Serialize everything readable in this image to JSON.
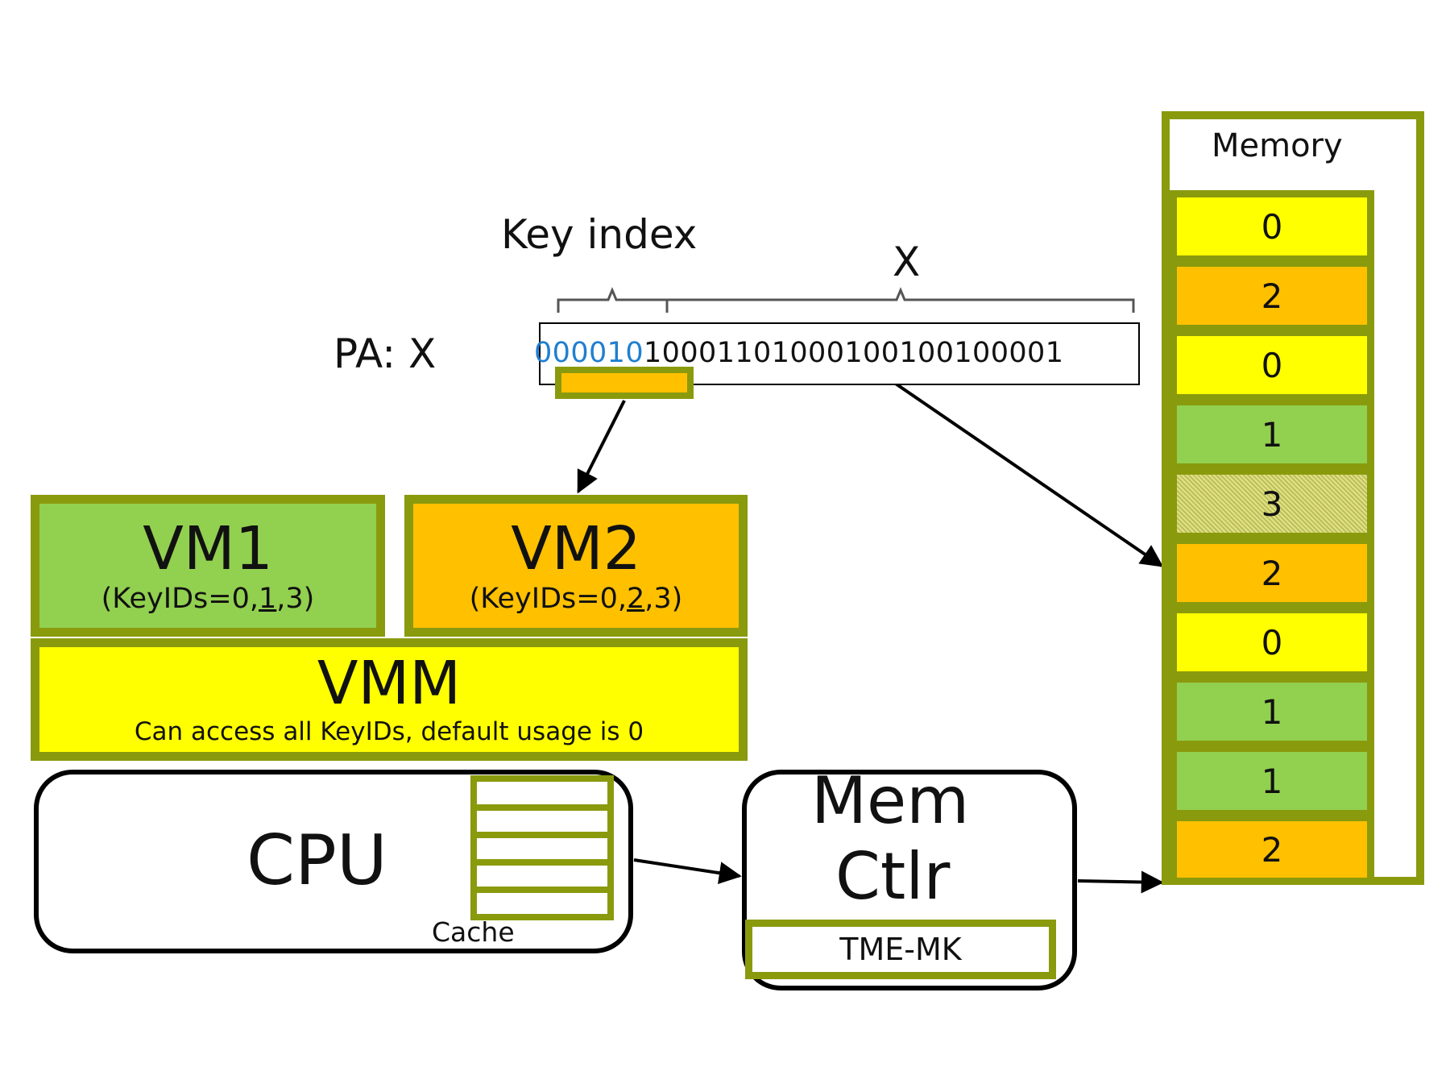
{
  "pa": {
    "label": "PA: X",
    "key_bits": "000010",
    "addr_bits": "10001101000100100100001",
    "key_index_label": "Key index",
    "x_label": "X"
  },
  "vm1": {
    "title": "VM1",
    "keyids_prefix": "(KeyIDs=0,",
    "keyids_active": "1",
    "keyids_suffix": ",3)"
  },
  "vm2": {
    "title": "VM2",
    "keyids_prefix": "(KeyIDs=0,",
    "keyids_active": "2",
    "keyids_suffix": ",3)"
  },
  "vmm": {
    "title": "VMM",
    "subtitle": "Can access all KeyIDs, default usage is 0"
  },
  "cpu": {
    "title": "CPU",
    "cache_label": "Cache"
  },
  "memctl": {
    "line1": "Mem",
    "line2": "Ctlr",
    "tme_label": "TME-MK"
  },
  "memory": {
    "title": "Memory",
    "cells": [
      {
        "value": "0",
        "color": "#ffff00"
      },
      {
        "value": "2",
        "color": "#ffc000"
      },
      {
        "value": "0",
        "color": "#ffff00"
      },
      {
        "value": "1",
        "color": "#92d050"
      },
      {
        "value": "3",
        "color": "#c8c468",
        "pattern": "hatched"
      },
      {
        "value": "2",
        "color": "#ffc000"
      },
      {
        "value": "0",
        "color": "#ffff00"
      },
      {
        "value": "1",
        "color": "#92d050"
      },
      {
        "value": "1",
        "color": "#92d050"
      },
      {
        "value": "2",
        "color": "#ffc000"
      }
    ]
  },
  "colors": {
    "border": "#8a9a0d",
    "green": "#92d050",
    "orange": "#ffc000",
    "yellow": "#ffff00",
    "key_blue": "#1f7fd0"
  }
}
